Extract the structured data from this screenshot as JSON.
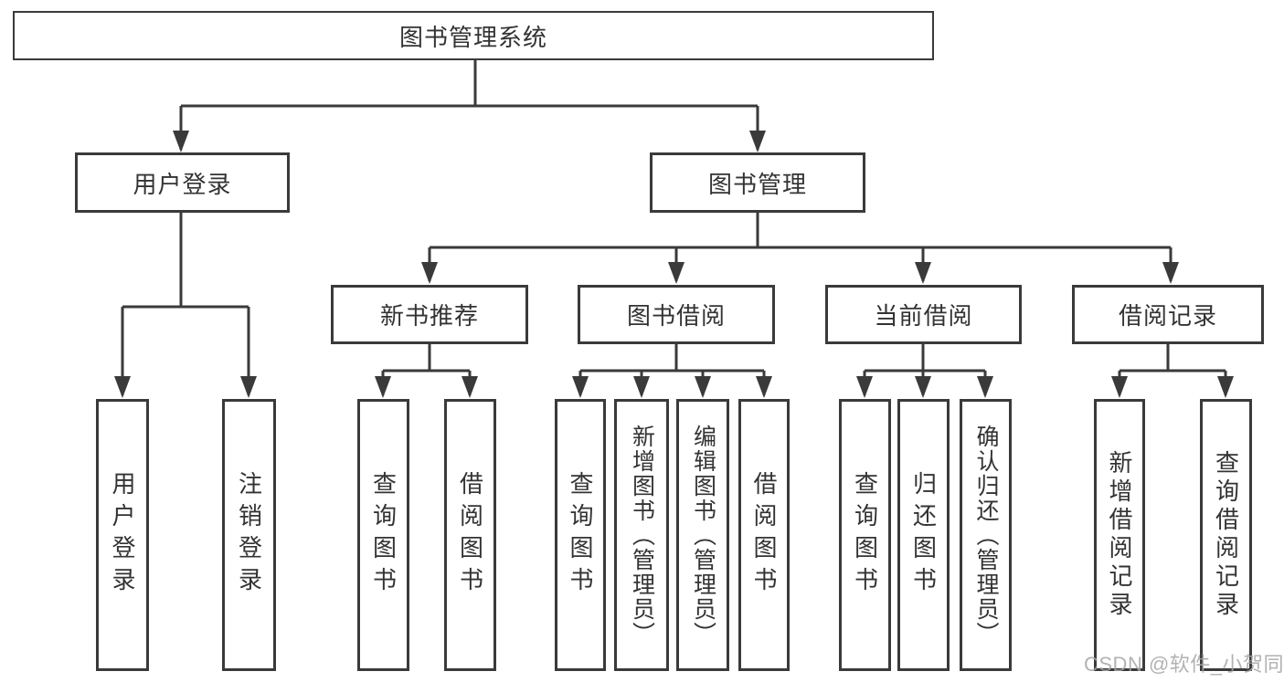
{
  "diagram": {
    "root": {
      "label": "图书管理系统"
    },
    "branches": [
      {
        "label": "用户登录",
        "children": [
          "用户登录",
          "注销登录"
        ]
      },
      {
        "label": "图书管理",
        "sections": [
          {
            "label": "新书推荐",
            "children": [
              "查询图书",
              "借阅图书"
            ]
          },
          {
            "label": "图书借阅",
            "children": [
              "查询图书",
              "新增图书（管理员）",
              "编辑图书（管理员）",
              "借阅图书"
            ]
          },
          {
            "label": "当前借阅",
            "children": [
              "查询图书",
              "归还图书",
              "确认归还（管理员）"
            ]
          },
          {
            "label": "借阅记录",
            "children": [
              "新增借阅记录",
              "查询借阅记录"
            ]
          }
        ]
      }
    ],
    "colors": {
      "line": "#3a3a3a",
      "text": "#333333",
      "box_background": "#ffffff",
      "watermark": "#a4a4a4"
    },
    "watermark": "CSDN @软件_小贺同学"
  }
}
